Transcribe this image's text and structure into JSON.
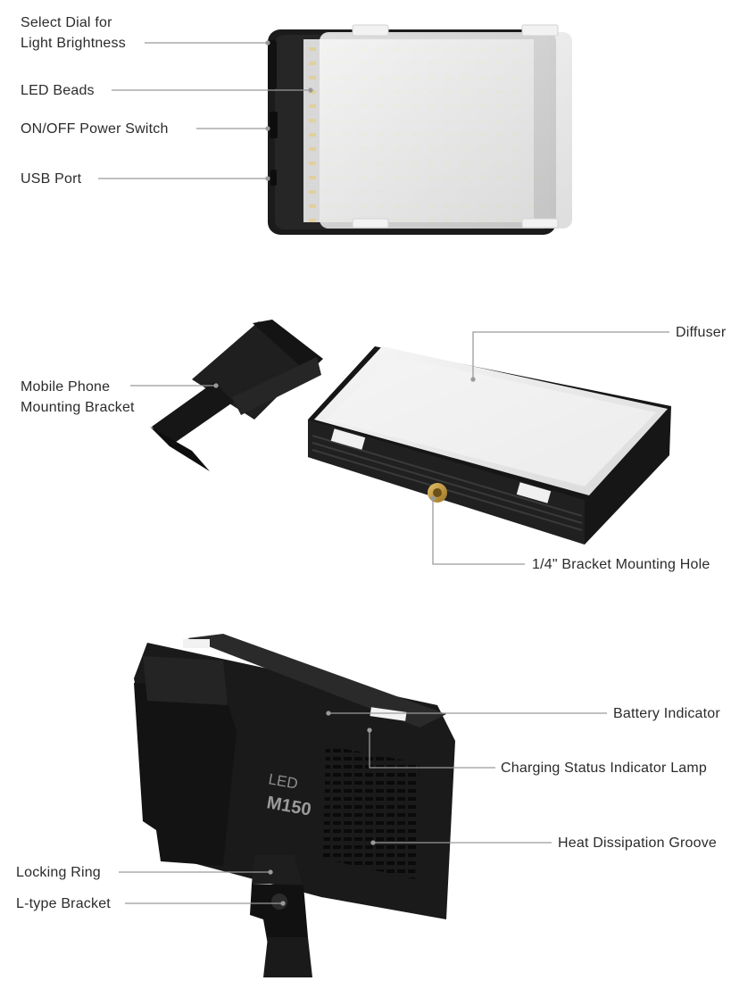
{
  "labels": {
    "select_dial": "Select Dial for\nLight Brightness",
    "led_beads": "LED Beads",
    "power_switch": "ON/OFF Power Switch",
    "usb_port": "USB Port",
    "diffuser": "Diffuser",
    "mobile_bracket": "Mobile Phone\nMounting Bracket",
    "mounting_hole": "1/4\" Bracket Mounting Hole",
    "battery_indicator": "Battery Indicator",
    "charging_lamp": "Charging Status Indicator Lamp",
    "heat_groove": "Heat Dissipation Groove",
    "locking_ring": "Locking Ring",
    "l_bracket": "L-type Bracket"
  },
  "product_print": {
    "brand_line1": "LED",
    "brand_line2": "M150"
  },
  "colors": {
    "body": "#1c1c1c",
    "diffuser": "#ededed",
    "leader_line": "#9a9a9a",
    "brass": "#c8a046"
  }
}
